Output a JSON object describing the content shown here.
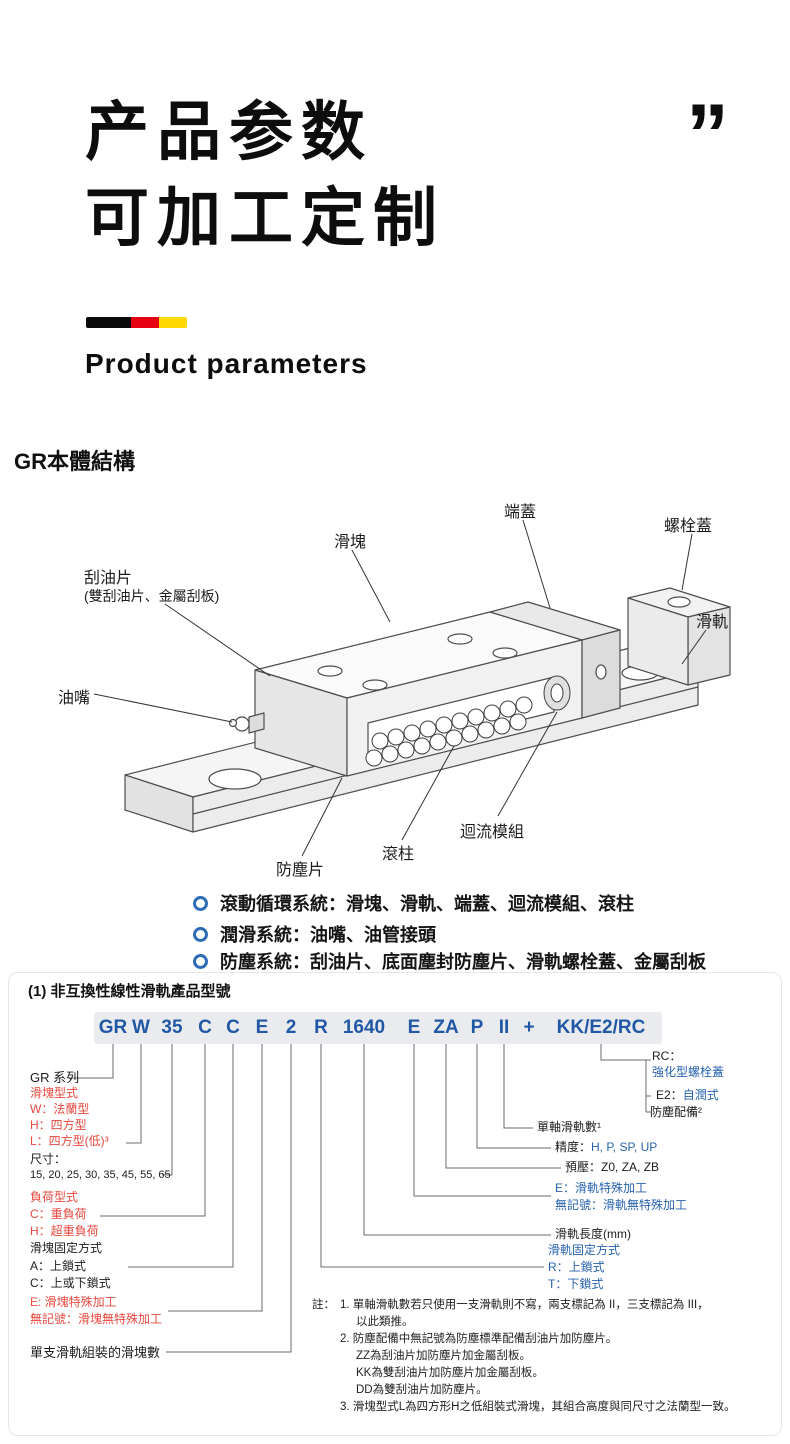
{
  "header": {
    "title_line1": "产品参数",
    "title_line2": "可加工定制",
    "quote_mark": "”",
    "subtitle": "Product parameters"
  },
  "structure": {
    "heading": "GR本體結構",
    "labels": {
      "end_cap": "端蓋",
      "bolt_cover": "螺栓蓋",
      "slider": "滑塊",
      "scraper": "刮油片",
      "scraper_sub": "(雙刮油片、金屬刮板)",
      "rail": "滑軌",
      "oil_nipple": "油嘴",
      "recirculation": "迴流模組",
      "roller": "滾柱",
      "dust_sheet": "防塵片"
    },
    "bullets": [
      "滾動循環系統：滑塊、滑軌、端蓋、迴流模組、滾柱",
      "潤滑系統：油嘴、油管接頭",
      "防塵系統：刮油片、底面塵封防塵片、滑軌螺栓蓋、金屬刮板"
    ]
  },
  "model": {
    "heading": "(1) 非互換性線性滑軌產品型號",
    "segments": [
      "GR",
      "W",
      "35",
      "C",
      "C",
      "E",
      "2",
      "R",
      "1640",
      "E",
      "ZA",
      "P",
      "II",
      "+",
      "KK/E2/RC"
    ],
    "left": {
      "series": "GR 系列",
      "slider_type_title": "滑塊型式",
      "slider_type_w": "W：法蘭型",
      "slider_type_h": "H：四方型",
      "slider_type_l": "L：四方型(低)³",
      "size_title": "尺寸：",
      "size_values": "15, 20, 25, 30, 35, 45, 55, 65",
      "load_title": "負荷型式",
      "load_c": "C：重負荷",
      "load_h": "H：超重負荷",
      "fix_title": "滑塊固定方式",
      "fix_a": "A：上鎖式",
      "fix_c": "C：上或下鎖式",
      "special_title": "E: 滑塊特殊加工",
      "special_none": "無記號：滑塊無特殊加工",
      "block_count": "單支滑軌組裝的滑塊數"
    },
    "right": {
      "rc_label": "RC：",
      "rc_value": "強化型螺栓蓋",
      "e2_label": "E2：",
      "e2_value": "自潤式",
      "dust": "防塵配備²",
      "rail_count": "單軸滑軌數¹",
      "precision_label": "精度：",
      "precision_values": "H, P, SP, UP",
      "preload_label": "預壓：",
      "preload_values": "Z0, ZA, ZB",
      "rail_special": "E：滑軌特殊加工",
      "rail_special_none": "無記號：滑軌無特殊加工",
      "rail_length": "滑軌長度(mm)",
      "rail_fix_title": "滑軌固定方式",
      "rail_fix_r": "R：上鎖式",
      "rail_fix_t": "T：下鎖式"
    },
    "notes": {
      "label": "註：",
      "n1a": "1. 單軸滑軌數若只使用一支滑軌則不寫，兩支標記為 II，三支標記為 III，",
      "n1b": "以此類推。",
      "n2a": "2. 防塵配備中無記號為防塵標準配備刮油片加防塵片。",
      "n2b": "ZZ為刮油片加防塵片加金屬刮板。",
      "n2c": "KK為雙刮油片加防塵片加金屬刮板。",
      "n2d": "DD為雙刮油片加防塵片。",
      "n3": "3. 滑塊型式L為四方形H之低組裝式滑塊，其組合高度與同尺寸之法蘭型一致。"
    }
  },
  "colors": {
    "accent_blue": "#2158a5",
    "link_blue": "#2763ae",
    "accent_red": "#e8483f",
    "flag_black": "#0a0a0a",
    "flag_red": "#e60012",
    "flag_yellow": "#ffd900"
  }
}
